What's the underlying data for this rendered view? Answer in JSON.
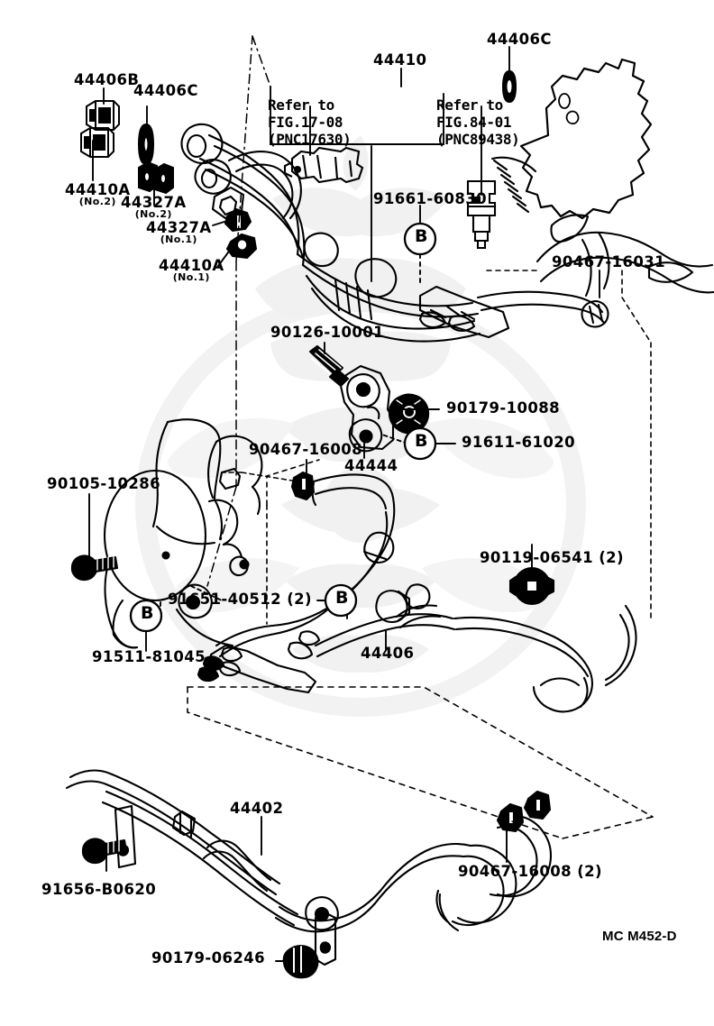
{
  "diagram": {
    "title": "Power steering tube / hose assembly exploded parts diagram",
    "footer_id": "MC M452-D",
    "ink_color": "#000000",
    "background_color": "#ffffff",
    "watermark_color": "#f2f2f2"
  },
  "references": [
    {
      "id": "ref-fig-17-08",
      "line1": "Refer to",
      "line2": "FIG.17-08",
      "line3": "(PNC17630)"
    },
    {
      "id": "ref-fig-84-01",
      "line1": "Refer to",
      "line2": "FIG.84-01",
      "line3": "(PNC89438)"
    }
  ],
  "callouts": [
    {
      "id": "c44406b",
      "part": "44406B",
      "sub": ""
    },
    {
      "id": "c44406c-left",
      "part": "44406C",
      "sub": ""
    },
    {
      "id": "c44410a-no2",
      "part": "44410A",
      "sub": "(No.2)"
    },
    {
      "id": "c44327a-no2",
      "part": "44327A",
      "sub": "(No.2)"
    },
    {
      "id": "c44327a-no1",
      "part": "44327A",
      "sub": "(No.1)"
    },
    {
      "id": "c44410a-no1",
      "part": "44410A",
      "sub": "(No.1)"
    },
    {
      "id": "c44410",
      "part": "44410",
      "sub": ""
    },
    {
      "id": "c44406c-top",
      "part": "44406C",
      "sub": ""
    },
    {
      "id": "c91661",
      "part": "91661-60830",
      "sub": ""
    },
    {
      "id": "c90467-16031",
      "part": "90467-16031",
      "sub": ""
    },
    {
      "id": "c90126",
      "part": "90126-10001",
      "sub": ""
    },
    {
      "id": "c90179-10088",
      "part": "90179-10088",
      "sub": ""
    },
    {
      "id": "c91611",
      "part": "91611-61020",
      "sub": ""
    },
    {
      "id": "c44444",
      "part": "44444",
      "sub": ""
    },
    {
      "id": "c90467-16008a",
      "part": "90467-16008",
      "sub": ""
    },
    {
      "id": "c90105",
      "part": "90105-10286",
      "sub": ""
    },
    {
      "id": "c91651",
      "part": "91651-40512 (2)",
      "sub": ""
    },
    {
      "id": "c91511",
      "part": "91511-81045",
      "sub": ""
    },
    {
      "id": "c90119",
      "part": "90119-06541 (2)",
      "sub": ""
    },
    {
      "id": "c44406",
      "part": "44406",
      "sub": ""
    },
    {
      "id": "c44402",
      "part": "44402",
      "sub": ""
    },
    {
      "id": "c91656",
      "part": "91656-B0620",
      "sub": ""
    },
    {
      "id": "c90179-06246",
      "part": "90179-06246",
      "sub": ""
    },
    {
      "id": "c90467-16008b",
      "part": "90467-16008 (2)",
      "sub": ""
    }
  ],
  "badges": [
    {
      "id": "badge-b-1",
      "letter": "B"
    },
    {
      "id": "badge-b-2",
      "letter": "B"
    },
    {
      "id": "badge-b-3",
      "letter": "B"
    },
    {
      "id": "badge-b-4",
      "letter": "B"
    },
    {
      "id": "badge-b-5",
      "letter": "B"
    }
  ]
}
